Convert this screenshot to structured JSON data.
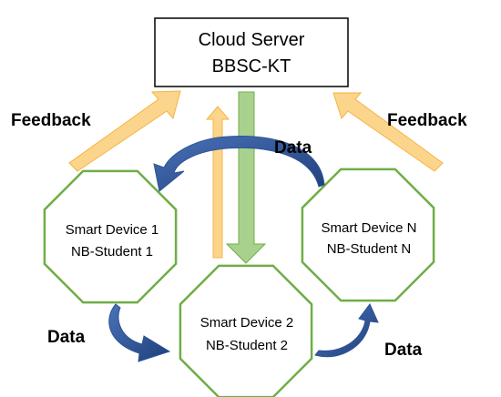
{
  "server": {
    "line1": "Cloud Server",
    "line2": "BBSC-KT"
  },
  "devices": [
    {
      "line1": "Smart Device 1",
      "line2": "NB-Student 1"
    },
    {
      "line1": "Smart Device 2",
      "line2": "NB-Student 2"
    },
    {
      "line1": "Smart Device N",
      "line2": "NB-Student N"
    }
  ],
  "labels": {
    "feedback_left": "Feedback",
    "feedback_right": "Feedback",
    "data_top": "Data",
    "data_left": "Data",
    "data_right": "Data"
  },
  "colors": {
    "octagon_stroke": "#70ad47",
    "feedback_fill": "#fcd58c",
    "feedback_stroke": "#f5b342",
    "data_down_fill": "#a9d18e",
    "data_down_stroke": "#70ad47",
    "curved_arrow_fill": "#2f5597"
  }
}
